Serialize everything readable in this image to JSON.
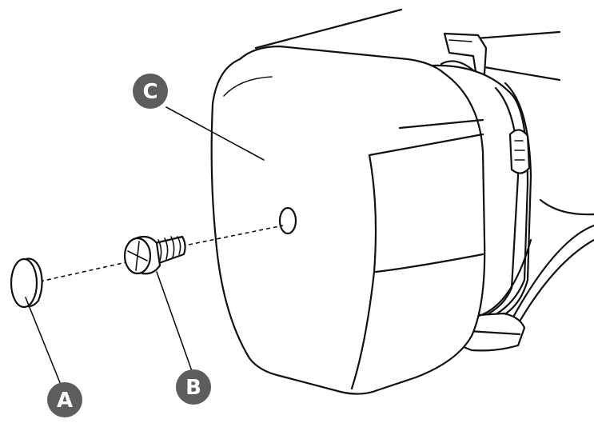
{
  "callouts": {
    "a": {
      "label": "A",
      "color": "#5d5d5d"
    },
    "b": {
      "label": "B",
      "color": "#5d5d5d"
    },
    "c": {
      "label": "C",
      "color": "#5d5d5d"
    }
  },
  "icons": {
    "cap": "cap-icon",
    "screw": "screw-icon",
    "cover": "cover-icon"
  }
}
